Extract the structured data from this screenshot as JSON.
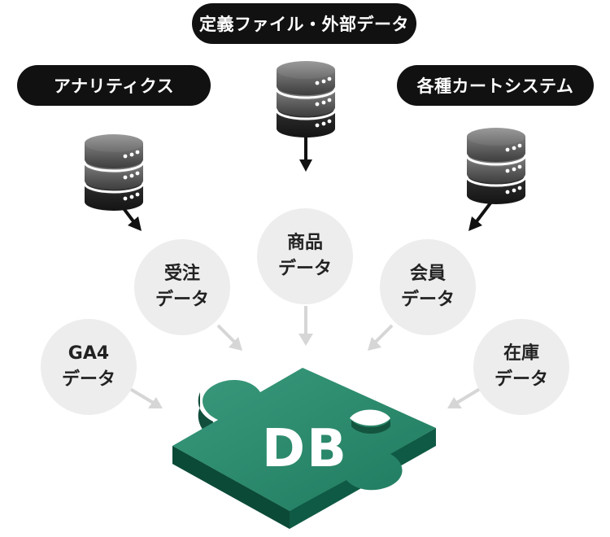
{
  "sources": {
    "analytics": {
      "label": "アナリティクス",
      "icon": "database-icon"
    },
    "definition": {
      "label": "定義ファイル・外部データ",
      "icon": "database-icon"
    },
    "cart": {
      "label": "各種カートシステム",
      "icon": "database-icon"
    }
  },
  "data_bubbles": {
    "ga4": {
      "line1": "GA4",
      "line2": "データ"
    },
    "order": {
      "line1": "受注",
      "line2": "データ"
    },
    "product": {
      "line1": "商品",
      "line2": "データ"
    },
    "member": {
      "line1": "会員",
      "line2": "データ"
    },
    "inventory": {
      "line1": "在庫",
      "line2": "データ"
    }
  },
  "db": {
    "label": "DB",
    "icon": "puzzle-piece-icon"
  },
  "colors": {
    "pill_bg": "#111111",
    "bubble_bg": "#ededed",
    "arrow": "#d6d6d6",
    "db_top": "#2a8a6c",
    "db_side": "#0f5a44",
    "db_text": "#ffffff"
  }
}
